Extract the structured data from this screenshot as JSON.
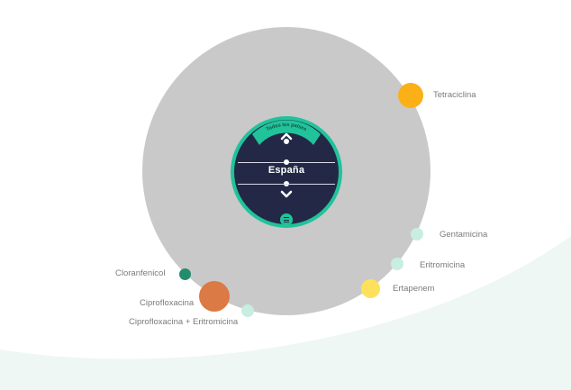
{
  "selector": {
    "all_countries_label": "Todos los países",
    "country": "España"
  },
  "antibiotics": [
    {
      "name": "Tetraciclina",
      "color": "#fbb017"
    },
    {
      "name": "Gentamicina",
      "color": "#c7eee0"
    },
    {
      "name": "Eritromicina",
      "color": "#c7eee0"
    },
    {
      "name": "Ertapenem",
      "color": "#fde05c"
    },
    {
      "name": "Cloranfenicol",
      "color": "#238c6c"
    },
    {
      "name": "Ciprofloxacina",
      "color": "#dc7a45"
    },
    {
      "name": "Ciprofloxacina + Eritromicina",
      "color": "#c7eee0"
    }
  ],
  "colors": {
    "orbit": "#c9c9c9",
    "selector_ring": "#20c39a",
    "selector_bg": "#232846",
    "background_wave": "#eef7f4"
  },
  "icons": {
    "up": "chevron-up-icon",
    "down": "chevron-down-icon",
    "menu": "menu-icon"
  }
}
